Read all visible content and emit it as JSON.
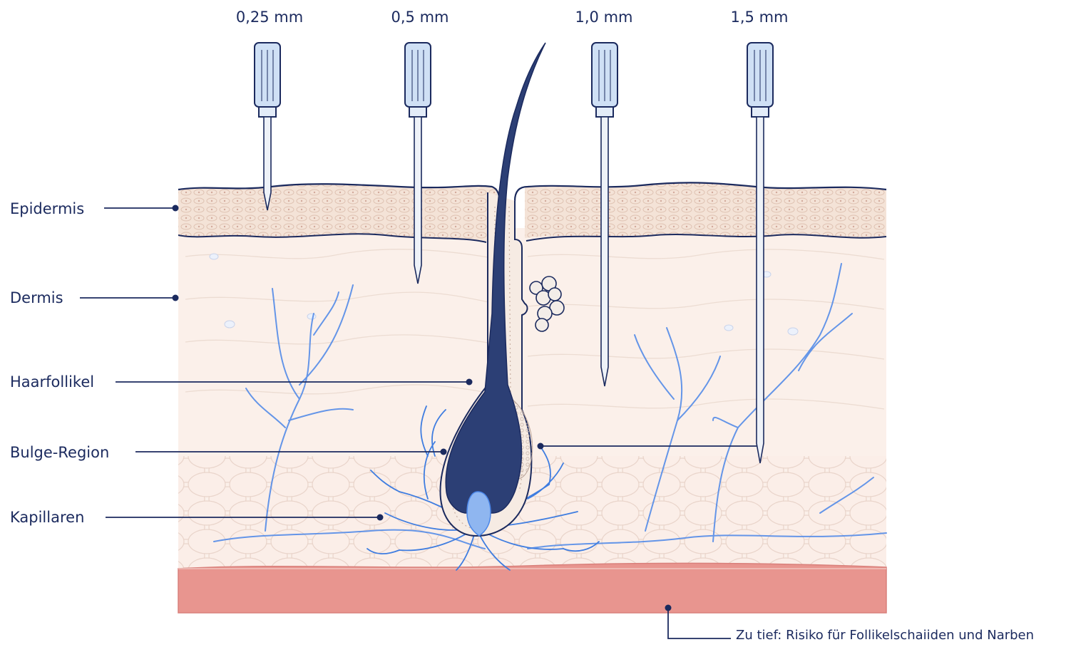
{
  "needles": [
    {
      "label": "0,25 mm"
    },
    {
      "label": "0,5 mm"
    },
    {
      "label": "1,0 mm"
    },
    {
      "label": "1,5 mm"
    }
  ],
  "layers": {
    "epidermis": "Epidermis",
    "dermis": "Dermis",
    "follicle": "Haarfollikel",
    "bulge": "Bulge-Region",
    "capillaries": "Kapillaren"
  },
  "warning": "Zu tief: Risiko für Follikelschaiiden und Narben",
  "colors": {
    "ink": "#1b2a5e",
    "epidermis": "#f4e3d7",
    "dermis": "#fbf0ea",
    "subcutis": "#e7908c",
    "vessel": "#4a86e8",
    "hair": "#2c3f75",
    "needle_cap": "#cfe0f5"
  }
}
